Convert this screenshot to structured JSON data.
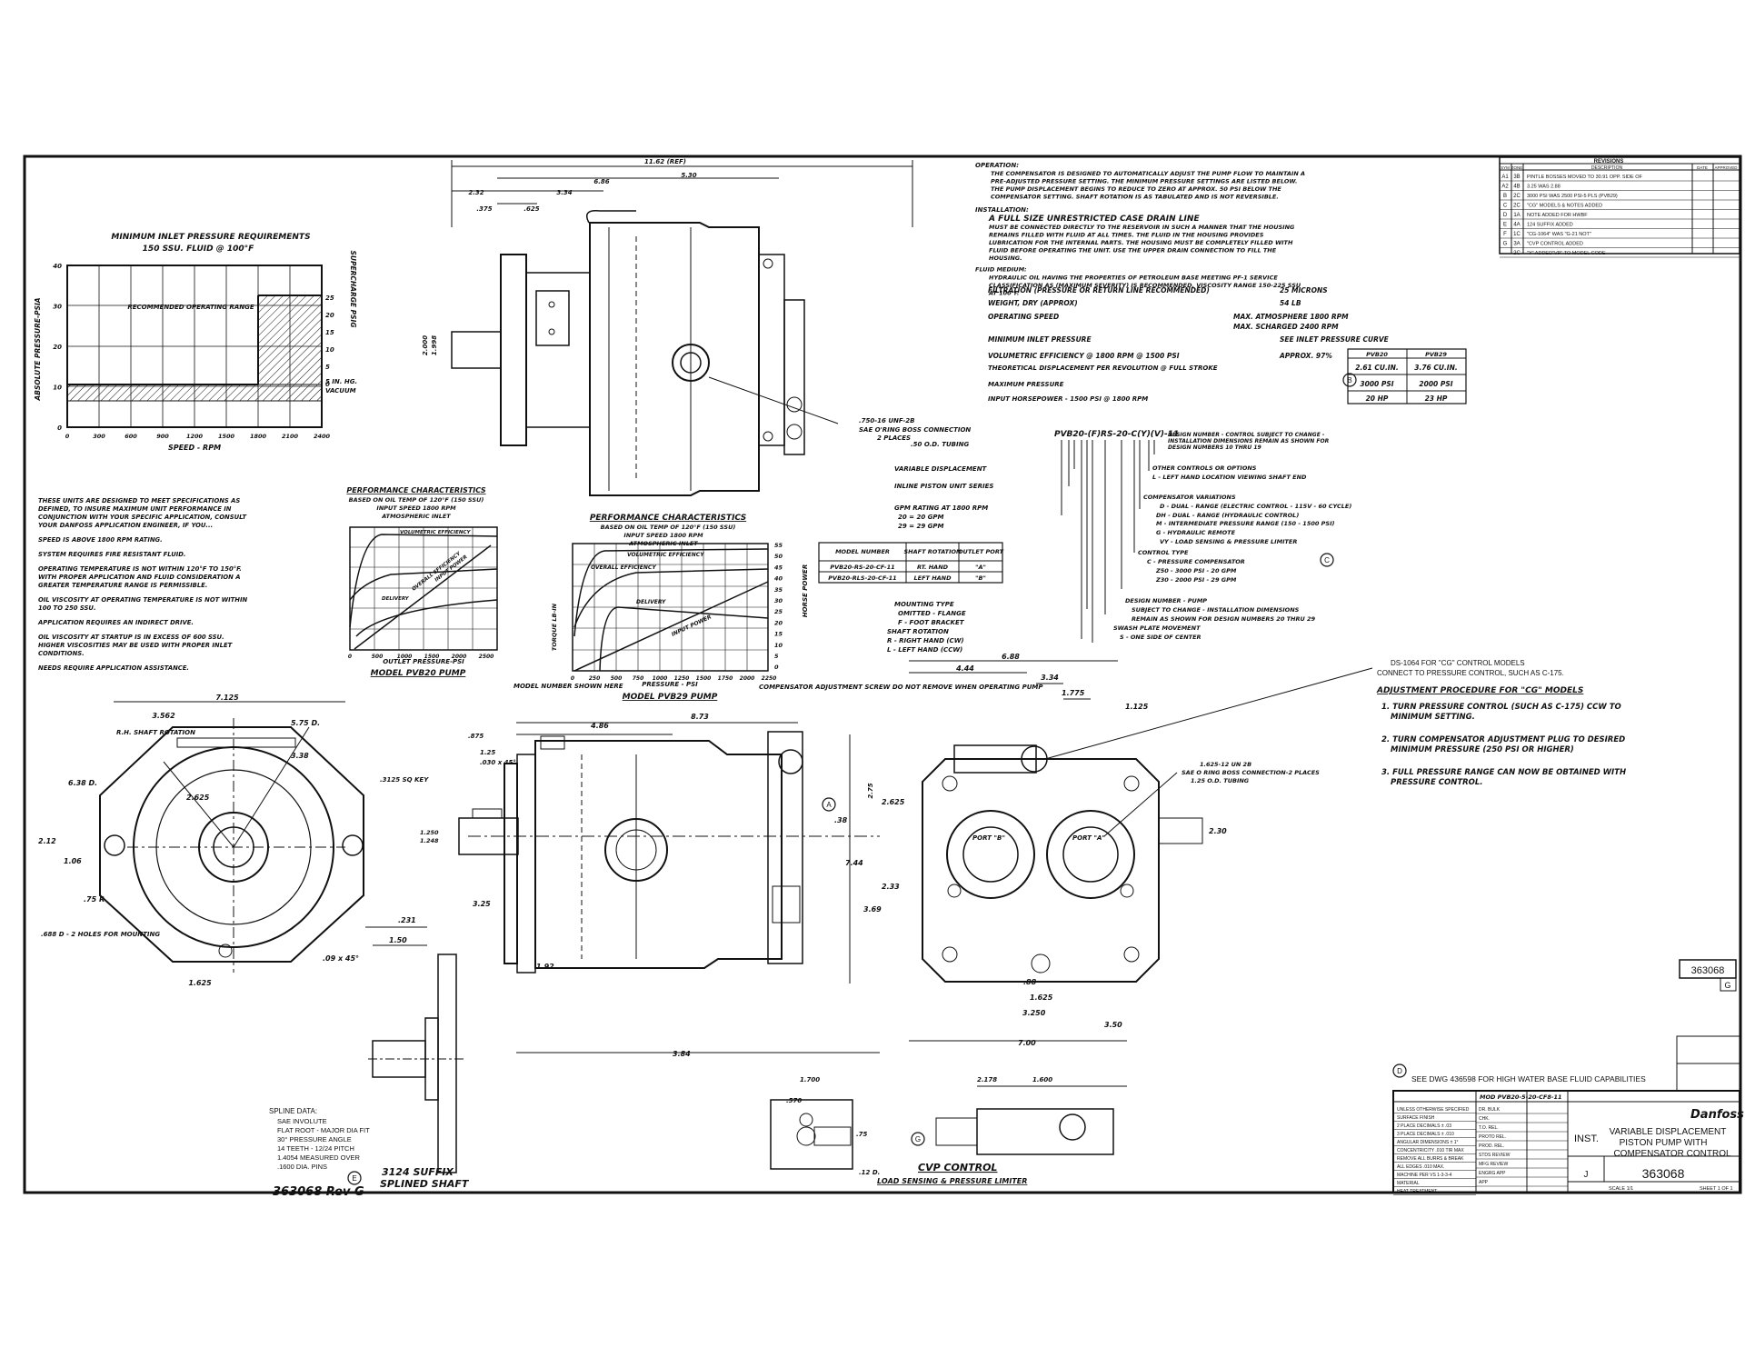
{
  "drawing_number": "363068",
  "rev_box": "G",
  "revisions": {
    "title": "REVISIONS",
    "headers": [
      "SYM",
      "ZONE",
      "DESCRIPTION",
      "DATE",
      "APPROVED"
    ],
    "rows": [
      {
        "sym": "A1",
        "zone": "3B",
        "desc": "PINTLE BOSSES MOVED TO 30.91 OPP. SIDE OF"
      },
      {
        "sym": "A2",
        "zone": "4B",
        "desc": "3.25 WAS 2.88"
      },
      {
        "sym": "B",
        "zone": "2C",
        "desc": "3000 PSI WAS 2500 PSI-5 PLS (PVB29)"
      },
      {
        "sym": "C",
        "zone": "2C",
        "desc": "\"CG\" MODELS & NOTES ADDED"
      },
      {
        "sym": "D",
        "zone": "1A",
        "desc": "NOTE ADDED FOR HWBF"
      },
      {
        "sym": "E",
        "zone": "4A",
        "desc": "124 SUFFIX ADDED"
      },
      {
        "sym": "F",
        "zone": "1C",
        "desc": "\"CG-1064\" WAS \"G-21 NOT\""
      },
      {
        "sym": "G",
        "zone": "3A",
        "desc": "\"CVP CONTROL ADDED"
      },
      {
        "sym": "",
        "zone": "2C",
        "desc": "\"Y\" ADDED\"VP\" TO MODEL CODE"
      }
    ]
  },
  "inlet_chart": {
    "title_1": "MINIMUM INLET PRESSURE REQUIREMENTS",
    "title_2": "150 SSU. FLUID @ 100°F",
    "ylabel_left": "ABSOLUTE PRESSURE-PSIA",
    "ylabel_right": "SUPERCHARGE PSIG",
    "xlabel": "SPEED - RPM",
    "region_label": "RECOMMENDED OPERATING RANGE",
    "vacuum_label_1": "5 IN. HG.",
    "vacuum_label_2": "VACUUM",
    "y_ticks": [
      "0",
      "10",
      "20",
      "30",
      "40"
    ],
    "x_ticks": [
      "0",
      "300",
      "600",
      "900",
      "1200",
      "1500",
      "1800",
      "2100",
      "2400"
    ],
    "right_ticks": [
      "25",
      "20",
      "15",
      "10",
      "5",
      "0"
    ]
  },
  "left_notes": [
    "THESE UNITS ARE DESIGNED TO MEET SPECIFICATIONS AS DEFINED, TO INSURE MAXIMUM UNIT PERFORMANCE IN CONJUNCTION WITH YOUR SPECIFIC APPLICATION, CONSULT YOUR DANFOSS APPLICATION ENGINEER, IF YOU...",
    "SPEED IS ABOVE 1800 RPM RATING.",
    "SYSTEM REQUIRES FIRE RESISTANT FLUID.",
    "OPERATING TEMPERATURE IS NOT WITHIN 120°F TO 150°F. WITH PROPER APPLICATION AND FLUID CONSIDERATION A GREATER TEMPERATURE RANGE IS PERMISSIBLE.",
    "OIL VISCOSITY AT OPERATING TEMPERATURE IS NOT WITHIN 100 TO 250 SSU.",
    "APPLICATION REQUIRES AN INDIRECT DRIVE.",
    "OIL VISCOSITY AT STARTUP IS IN EXCESS OF 600 SSU. HIGHER VISCOSITIES MAY BE USED WITH PROPER INLET CONDITIONS.",
    "NEEDS REQUIRE APPLICATION ASSISTANCE."
  ],
  "perf_chart_20": {
    "title": "PERFORMANCE CHARACTERISTICS",
    "sub_1": "BASED ON OIL TEMP OF 120°F (150 SSU)",
    "sub_2": "INPUT SPEED 1800 RPM",
    "sub_3": "ATMOSPHERIC INLET",
    "curve_1": "VOLUMETRIC EFFICIENCY",
    "curve_2": "DELIVERY",
    "curve_3": "OVERALL EFFICIENCY",
    "curve_4": "INPUT POWER",
    "xlabel": "OUTLET PRESSURE-PSI",
    "model": "MODEL PVB20 PUMP",
    "x_ticks": [
      "0",
      "500",
      "1000",
      "1500",
      "2000",
      "2500"
    ]
  },
  "perf_chart_29": {
    "title": "PERFORMANCE CHARACTERISTICS",
    "sub_1": "BASED ON OIL TEMP OF 120°F (150 SSU)",
    "sub_2": "INPUT SPEED 1800 RPM",
    "sub_3": "ATMOSPHERIC INLET",
    "curve_1": "VOLUMETRIC EFFICIENCY",
    "curve_2": "OVERALL EFFICIENCY",
    "curve_3": "DELIVERY",
    "curve_4": "INPUT POWER",
    "xlabel": "PRESSURE - PSI",
    "model": "MODEL PVB29 PUMP",
    "x_ticks": [
      "0",
      "250",
      "500",
      "750",
      "1000",
      "1250",
      "1500",
      "1750",
      "2000",
      "2250"
    ],
    "right_ticks": [
      "55",
      "50",
      "45",
      "40",
      "35",
      "30",
      "25",
      "20",
      "15",
      "10",
      "5",
      "0"
    ],
    "right_label": "HORSE POWER",
    "left_label": "TORQUE LB-IN"
  },
  "model_table": {
    "headers": [
      "MODEL NUMBER",
      "SHAFT ROTATION",
      "OUTLET PORT"
    ],
    "rows": [
      [
        "PVB20-RS-20-CF-11",
        "RT. HAND",
        "\"A\""
      ],
      [
        "PVB20-RLS-20-CF-11",
        "LEFT HAND",
        "\"B\""
      ]
    ]
  },
  "operation": {
    "h_operation": "OPERATION:",
    "operation": "THE COMPENSATOR IS DESIGNED TO AUTOMATICALLY ADJUST THE PUMP FLOW TO MAINTAIN A PRE-ADJUSTED PRESSURE SETTING. THE MINIMUM PRESSURE SETTINGS ARE LISTED BELOW. THE PUMP DISPLACEMENT BEGINS TO REDUCE TO ZERO AT APPROX. 50 PSI BELOW THE COMPENSATOR SETTING. SHAFT ROTATION IS AS TABULATED AND IS NOT REVERSIBLE.",
    "h_installation": "INSTALLATION:",
    "installation_1": "A FULL SIZE UNRESTRICTED CASE DRAIN LINE",
    "installation_2": "MUST BE CONNECTED DIRECTLY TO THE RESERVOIR IN SUCH A MANNER THAT THE HOUSING REMAINS FILLED WITH FLUID AT ALL TIMES. THE FLUID IN THE HOUSING PROVIDES LUBRICATION FOR THE INTERNAL PARTS. THE HOUSING MUST BE COMPLETELY FILLED WITH FLUID BEFORE OPERATING THE UNIT. USE THE UPPER DRAIN CONNECTION TO FILL THE HOUSING.",
    "h_fluid": "FLUID MEDIUM:",
    "fluid": "HYDRAULIC OIL HAVING THE PROPERTIES OF PETROLEUM BASE MEETING PF-1 SERVICE CLASSIFICATION AS (MAXIMUM SEVERITY) IS RECOMMENDED. VISCOSITY RANGE 150-225 SSU AT 100°F."
  },
  "specs": [
    {
      "label": "FILTRATION (PRESSURE OR RETURN LINE RECOMMENDED)",
      "value": "25 MICRONS"
    },
    {
      "label": "WEIGHT, DRY (APPROX)",
      "value": "54 LB"
    },
    {
      "label": "OPERATING SPEED",
      "value": "MAX. ATMOSPHERE 1800 RPM"
    },
    {
      "label": "",
      "value": "MAX. SCHARGED 2400 RPM"
    },
    {
      "label": "MINIMUM INLET PRESSURE",
      "value": "SEE INLET PRESSURE CURVE"
    },
    {
      "label": "VOLUMETRIC EFFICIENCY @ 1800 RPM @ 1500 PSI",
      "value": "APPROX. 97%"
    }
  ],
  "disp_table": {
    "headers": [
      "PVB20",
      "PVB29"
    ],
    "rows": [
      {
        "label": "THEORETICAL DISPLACEMENT PER REVOLUTION @ FULL STROKE",
        "v1": "2.61 CU.IN.",
        "v2": "3.76 CU.IN."
      },
      {
        "label": "MAXIMUM PRESSURE",
        "v1": "3000 PSI",
        "v2": "2000 PSI"
      },
      {
        "label": "INPUT HORSEPOWER - 1500 PSI @ 1800 RPM",
        "v1": "20 HP",
        "v2": "23 HP"
      }
    ]
  },
  "model_code": {
    "code": "PVB20-(F)RS-20-C(Y)(V)-11",
    "items": [
      "DESIGN NUMBER - CONTROL SUBJECT TO CHANGE - INSTALLATION DIMENSIONS REMAIN AS SHOWN FOR DESIGN NUMBERS 10 THRU 19",
      "OTHER CONTROLS OR OPTIONS",
      "L - LEFT HAND LOCATION VIEWING SHAFT END",
      "COMPENSATOR VARIATIONS",
      "D - DUAL - RANGE (ELECTRIC CONTROL - 115V - 60 CYCLE)",
      "DH - DUAL - RANGE (HYDRAULIC CONTROL)",
      "M - INTERMEDIATE PRESSURE RANGE (150 - 1500 PSI)",
      "G - HYDRAULIC REMOTE",
      "VY - LOAD SENSING & PRESSURE LIMITER",
      "CONTROL TYPE",
      "C - PRESSURE COMPENSATOR",
      "Z50 - 3000 PSI - 20 GPM",
      "Z30 - 2000 PSI - 29 GPM",
      "DESIGN NUMBER - PUMP",
      "SUBJECT TO CHANGE - INSTALLATION DIMENSIONS",
      "REMAIN AS SHOWN FOR DESIGN NUMBERS 20 THRU 29",
      "SWASH PLATE MOVEMENT",
      "S - ONE SIDE OF CENTER"
    ],
    "left_items": [
      "VARIABLE DISPLACEMENT",
      "INLINE PISTON UNIT SERIES",
      "GPM RATING AT 1800 RPM",
      "20 = 20 GPM",
      "29 = 29 GPM",
      "MOUNTING TYPE",
      "OMITTED - FLANGE",
      "F - FOOT BRACKET",
      "SHAFT ROTATION",
      "R - RIGHT HAND (CW)",
      "L - LEFT HAND (CCW)"
    ]
  },
  "adjust": {
    "ds": "DS-1064 FOR \"CG\" CONTROL MODELS",
    "ds_2": "CONNECT TO PRESSURE CONTROL, SUCH AS C-175.",
    "title": "ADJUSTMENT PROCEDURE FOR \"CG\" MODELS",
    "steps": [
      "1. TURN PRESSURE CONTROL (SUCH AS C-175) CCW TO MINIMUM SETTING.",
      "2. TURN COMPENSATOR ADJUSTMENT PLUG TO DESIRED MINIMUM PRESSURE (250 PSI OR HIGHER)",
      "3. FULL PRESSURE RANGE CAN NOW BE OBTAINED WITH PRESSURE CONTROL."
    ]
  },
  "top_view": {
    "dims": [
      "11.62 (REF)",
      "6.86",
      "5.30",
      "2.32",
      "3.34",
      ".375",
      ".625",
      "2.000",
      "1.998"
    ],
    "port_note_1": ".750-16 UNF-2B",
    "port_note_2": "SAE O'RING BOSS CONNECTION",
    "port_note_3": "2 PLACES",
    "port_note_4": ".50 O.D. TUBING"
  },
  "end_view": {
    "dims": [
      "7.125",
      "3.562",
      "5.75 D.",
      "3.38",
      "2.625",
      "6.38 D.",
      "2.12",
      "1.06",
      ".75 R",
      "1.625"
    ],
    "rotation": "R.H. SHAFT ROTATION",
    "holes": ".688 D - 2 HOLES FOR MOUNTING"
  },
  "side_view": {
    "dims": [
      "8.73",
      "4.86",
      ".875",
      "1.25",
      ".030 x 45°",
      ".3125 SQ KEY",
      "1.250",
      "1.248",
      ".38",
      "3.25",
      "1.92",
      "3.84"
    ],
    "model_number": "MODEL NUMBER SHOWN HERE",
    "comp_note": "COMPENSATOR ADJUSTMENT SCREW DO NOT REMOVE WHEN OPERATING PUMP"
  },
  "port_view": {
    "dims": [
      "6.88",
      "4.44",
      "3.34",
      "1.775",
      "1.125",
      "2.75",
      "2.625",
      "7.44",
      "2.33",
      "3.69",
      ".88",
      "1.625",
      "3.250",
      "3.50",
      "7.00",
      "2.30"
    ],
    "port_a": "PORT \"A\"",
    "port_b": "PORT \"B\"",
    "conn_note_1": "1.625-12 UN 2B",
    "conn_note_2": "SAE O RING BOSS CONNECTION-2 PLACES",
    "conn_note_3": "1.25 O.D. TUBING"
  },
  "shaft_detail": {
    "dims": [
      ".231",
      "1.50",
      ".09 x 45°"
    ],
    "spline_title": "SPLINE DATA:",
    "spline_lines": [
      "SAE INVOLUTE",
      "FLAT ROOT - MAJOR DIA FIT",
      "30° PRESSURE ANGLE",
      "14 TEETH - 12/24 PITCH",
      "1.4054 MEASURED OVER",
      ".1600 DIA. PINS"
    ],
    "suffix_1": "3124 SUFFIX",
    "suffix_2": "SPLINED SHAFT"
  },
  "cvp": {
    "dims": [
      "1.700",
      ".570",
      ".75",
      ".12 D.",
      "2.178",
      "1.600"
    ],
    "title": "CVP CONTROL",
    "subtitle": "LOAD SENSING & PRESSURE LIMITER"
  },
  "hwbf_note": "SEE DWG 436598 FOR HIGH WATER BASE FLUID CAPABILITIES",
  "title_block": {
    "brand": "Danfoss",
    "title_1": "VARIABLE DISPLACEMENT",
    "title_2": "PISTON PUMP WITH",
    "title_3": "COMPENSATOR CONTROL",
    "inst": "INST.",
    "dwg_no": "363068",
    "size": "J",
    "scale": "SCALE 1/1",
    "sheet": "SHEET 1 OF 1",
    "model_line": "MOD PVB20-5-20-CF8-11",
    "left_rows": [
      "UNLESS OTHERWISE SPECIFIED",
      "SURFACE FINISH",
      "2 PLACE DECIMALS ± .03",
      "3 PLACE DECIMALS ± .010",
      "ANGULAR DIMENSIONS ± 1°",
      "CONCENTRICITY .010 TIR MAX",
      "REMOVE ALL BURRS & BREAK",
      "ALL EDGES .010 MAX.",
      "MACHINE PER VS 1-3-3-4",
      "MATERIAL",
      "HEAT TREATMENT"
    ],
    "mid_rows": [
      "DR. BULK",
      "CHK.",
      "T.O. REL.",
      "PROTO REL.",
      "PROD. REL.",
      "STDS REVIEW",
      "MFG REVIEW",
      "ENGRG APP",
      "APP"
    ]
  },
  "handwritten": "363068 Rev G",
  "circle_tags": [
    "B",
    "C",
    "D",
    "E",
    "G",
    "A"
  ]
}
